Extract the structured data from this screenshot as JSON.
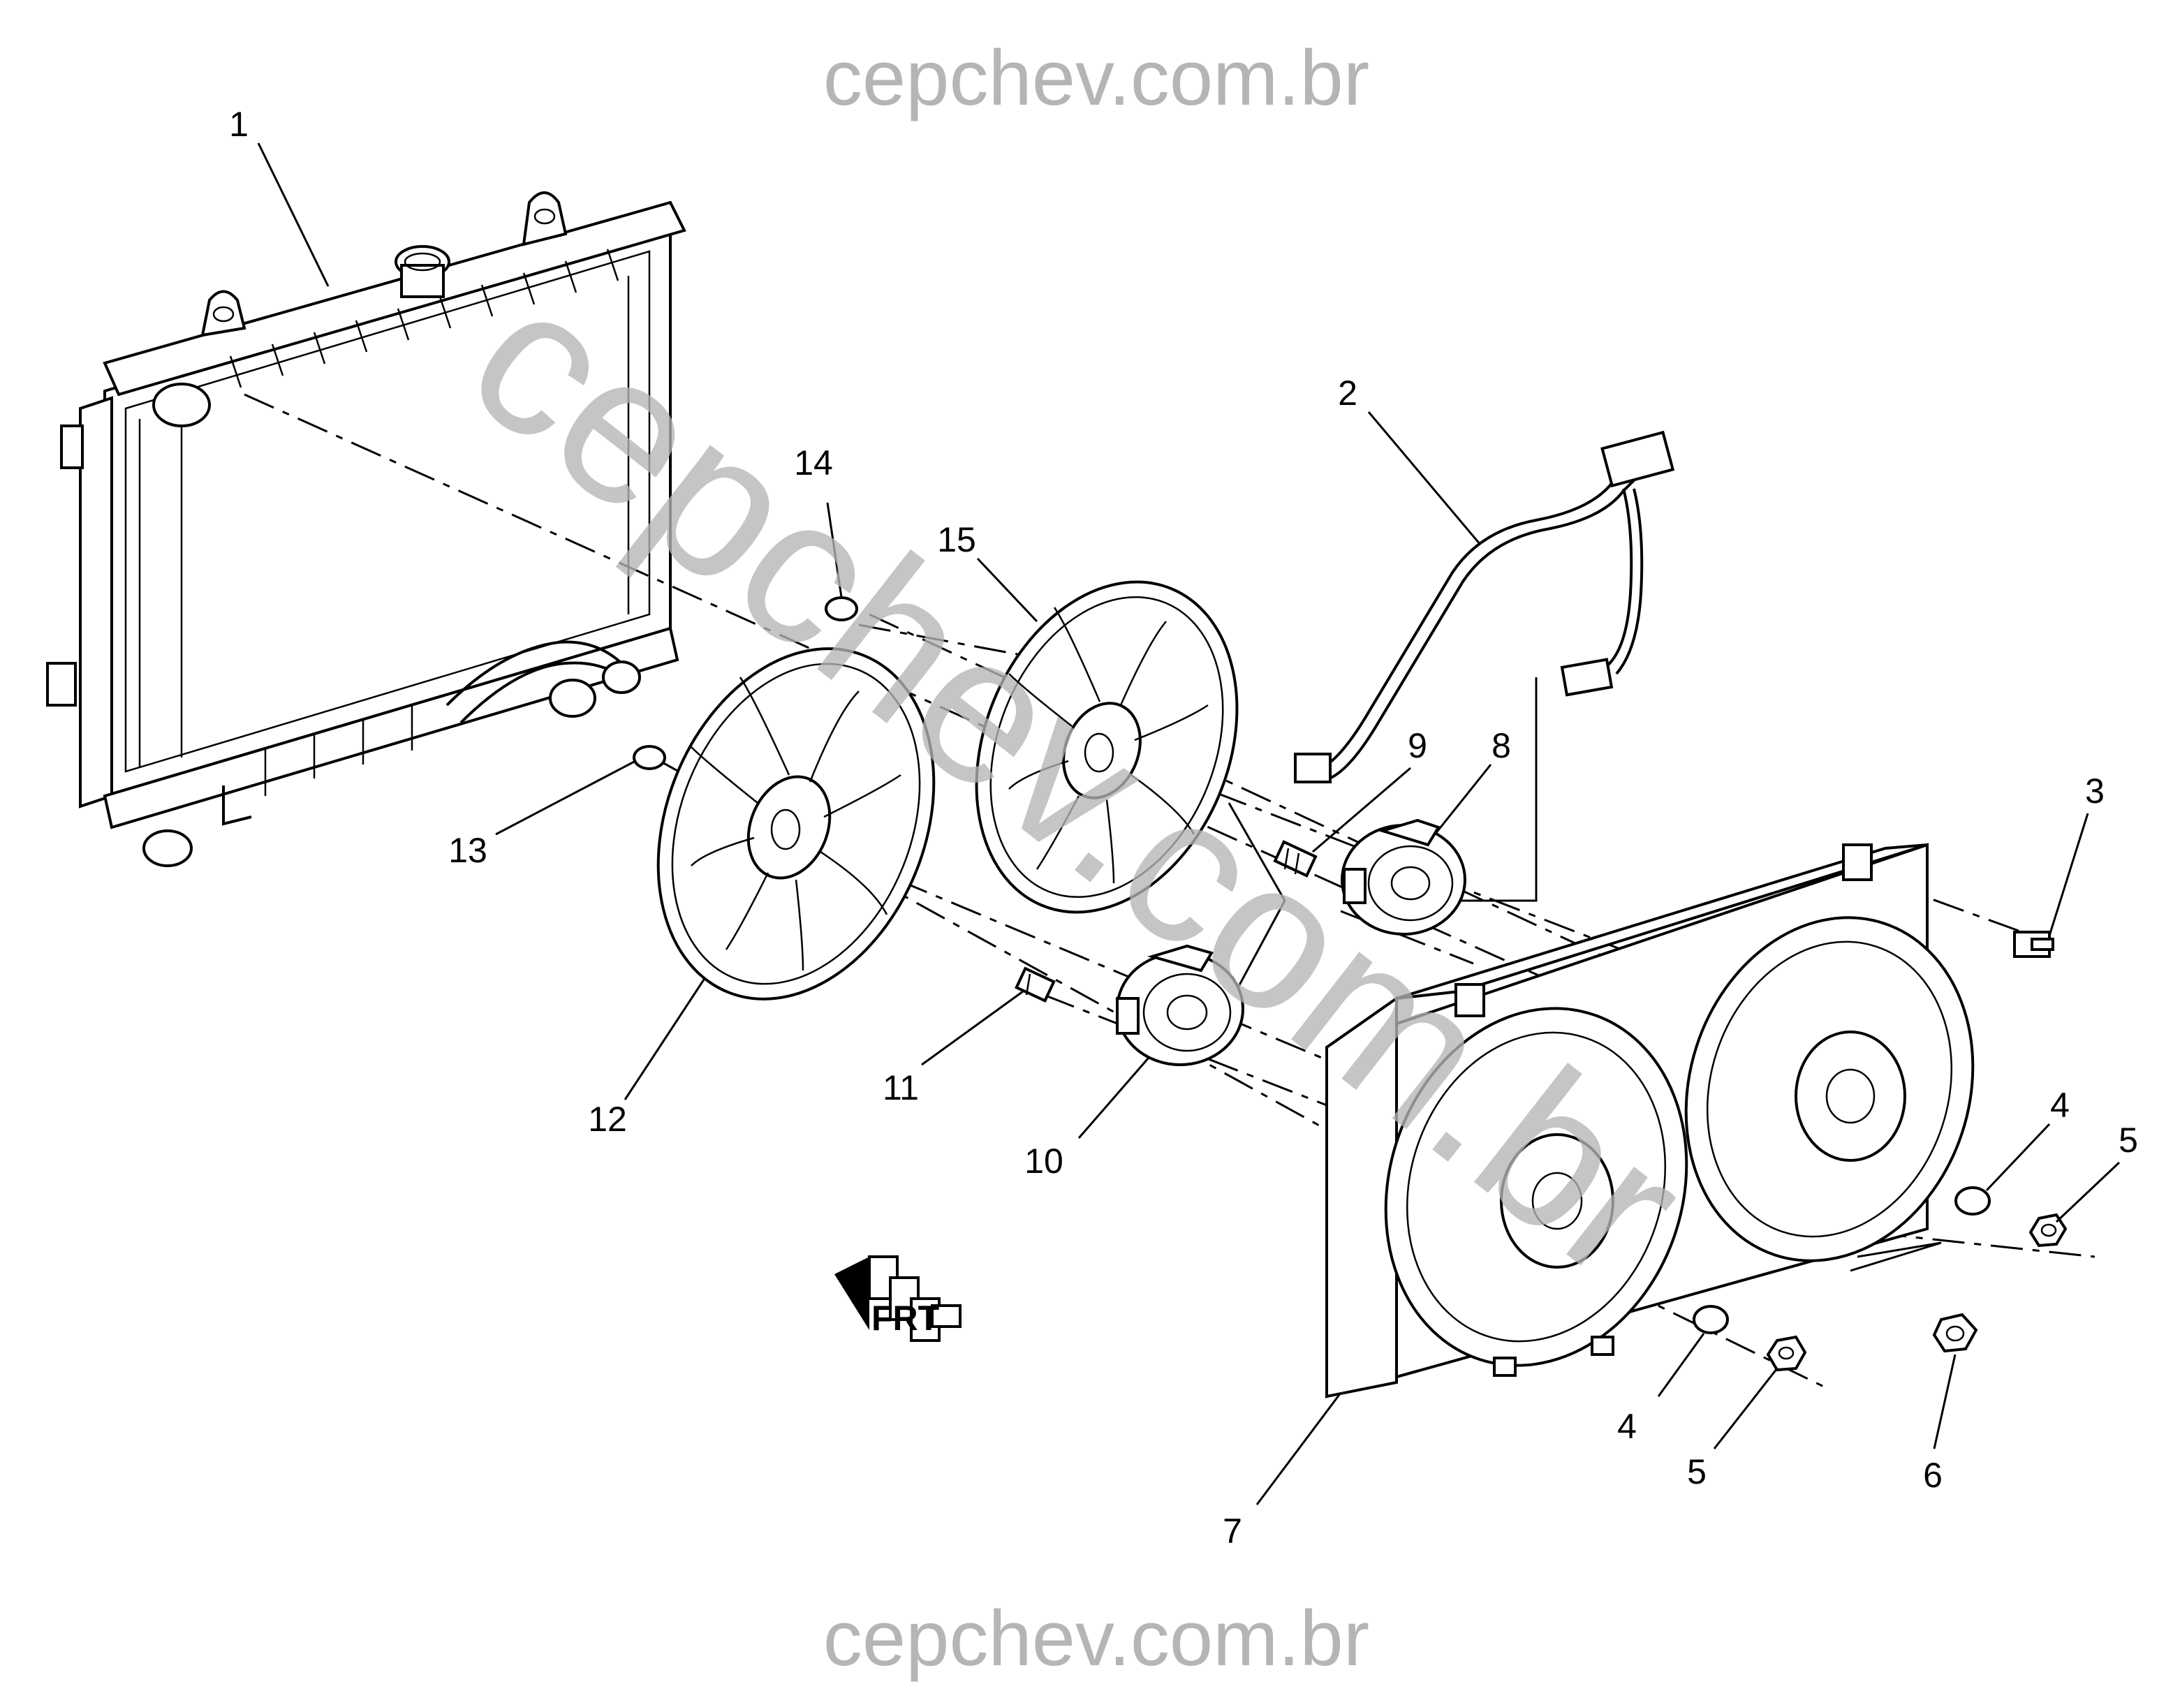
{
  "watermark": {
    "top": "cepchev.com.br",
    "bottom": "cepchev.com.br",
    "diagonal": "cepchev.com.br",
    "color": "#b5b5b5"
  },
  "callouts": [
    {
      "id": "c1",
      "label": "1"
    },
    {
      "id": "c2",
      "label": "2"
    },
    {
      "id": "c3",
      "label": "3"
    },
    {
      "id": "c4a",
      "label": "4"
    },
    {
      "id": "c4b",
      "label": "4"
    },
    {
      "id": "c5a",
      "label": "5"
    },
    {
      "id": "c5b",
      "label": "5"
    },
    {
      "id": "c6",
      "label": "6"
    },
    {
      "id": "c7",
      "label": "7"
    },
    {
      "id": "c8",
      "label": "8"
    },
    {
      "id": "c9",
      "label": "9"
    },
    {
      "id": "c10",
      "label": "10"
    },
    {
      "id": "c11",
      "label": "11"
    },
    {
      "id": "c12",
      "label": "12"
    },
    {
      "id": "c13",
      "label": "13"
    },
    {
      "id": "c14",
      "label": "14"
    },
    {
      "id": "c15",
      "label": "15"
    }
  ],
  "front_symbol": {
    "label": "FRT",
    "icon": "front-direction-arrow-icon"
  }
}
